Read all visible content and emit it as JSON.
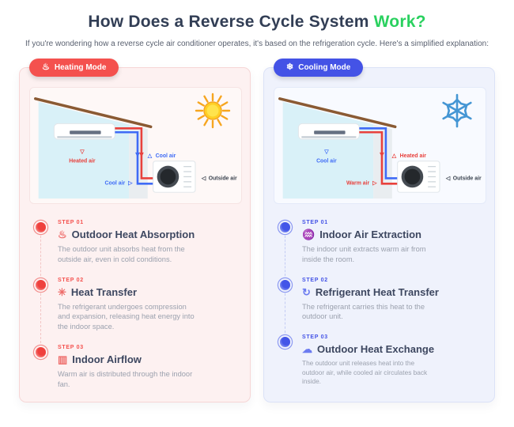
{
  "header": {
    "title_main": "How Does a Reverse Cycle System",
    "title_accent": "Work?",
    "subtitle": "If you're wondering how a reverse cycle air conditioner operates, it's based on the refrigeration cycle. Here's a simplified explanation:"
  },
  "colors": {
    "accent_green": "#2ad15f",
    "heating_red": "#f4514e",
    "cooling_blue": "#4453e6",
    "pipe_red": "#e8413c",
    "pipe_blue": "#3f6bf6"
  },
  "panels": [
    {
      "id": "heating",
      "badge": {
        "icon": "♨",
        "label": "Heating Mode"
      },
      "diagram": {
        "indoor_arrow": "▽",
        "indoor_label": "Heated air",
        "top_arrow": "△",
        "top_label": "Cool air",
        "pipe_label": "Cool air",
        "pipe_arrow": "▷",
        "outside_arrow": "◁",
        "outside_label": "Outside air",
        "sky_icon": "sun"
      },
      "steps": [
        {
          "label": "STEP 01",
          "icon": "♨",
          "title": "Outdoor Heat Absorption",
          "desc": "The outdoor unit absorbs heat from the outside air, even in cold conditions."
        },
        {
          "label": "STEP 02",
          "icon": "✳",
          "title": "Heat Transfer",
          "desc": "The refrigerant undergoes compression and expansion, releasing heat energy into the indoor space."
        },
        {
          "label": "STEP 03",
          "icon": "▥",
          "title": "Indoor Airflow",
          "desc": "Warm air is distributed through the indoor fan."
        }
      ]
    },
    {
      "id": "cooling",
      "badge": {
        "icon": "❄",
        "label": "Cooling Mode"
      },
      "diagram": {
        "indoor_arrow": "▽",
        "indoor_label": "Cool air",
        "top_arrow": "△",
        "top_label": "Heated air",
        "pipe_label": "Warm air",
        "pipe_arrow": "▷",
        "outside_arrow": "◁",
        "outside_label": "Outside air",
        "sky_icon": "snowflake"
      },
      "steps": [
        {
          "label": "STEP 01",
          "icon": "♒",
          "title": "Indoor Air Extraction",
          "desc": "The indoor unit extracts warm air from inside the room."
        },
        {
          "label": "STEP 02",
          "icon": "↻",
          "title": "Refrigerant Heat Transfer",
          "desc": "The refrigerant carries this heat to the outdoor unit."
        },
        {
          "label": "STEP 03",
          "icon": "☁",
          "title": "Outdoor Heat Exchange",
          "desc": "The outdoor unit releases heat into the outdoor air, while cooled air circulates back inside."
        }
      ]
    }
  ]
}
